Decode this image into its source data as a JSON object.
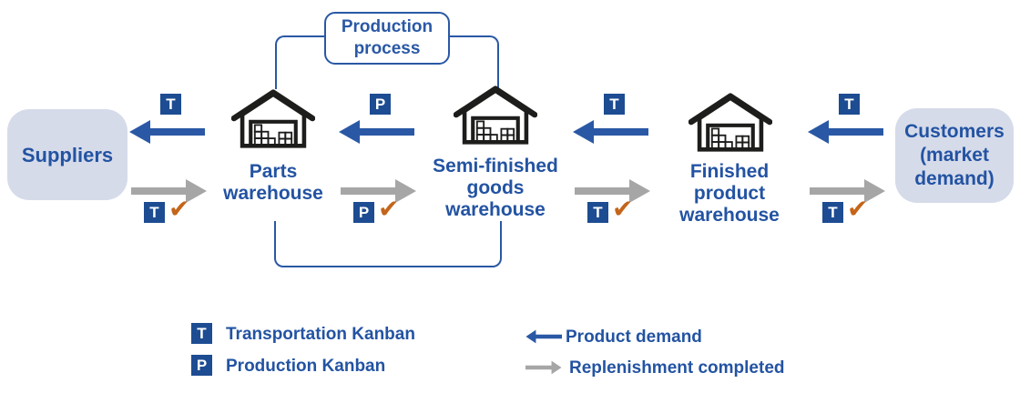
{
  "diagram": {
    "production_process": {
      "lines": [
        "Production",
        "process"
      ]
    },
    "suppliers": {
      "label": "Suppliers"
    },
    "customers": {
      "lines": [
        "Customers",
        "(market",
        "demand)"
      ]
    },
    "warehouses": [
      {
        "lines": [
          "Parts",
          "warehouse"
        ]
      },
      {
        "lines": [
          "Semi-finished",
          "goods",
          "warehouse"
        ]
      },
      {
        "lines": [
          "Finished",
          "product",
          "warehouse"
        ]
      }
    ],
    "flows": [
      {
        "demand_badge": "T",
        "replenish_badge": "T",
        "check": "✔"
      },
      {
        "demand_badge": "P",
        "replenish_badge": "P",
        "check": "✔"
      },
      {
        "demand_badge": "T",
        "replenish_badge": "T",
        "check": "✔"
      },
      {
        "demand_badge": "T",
        "replenish_badge": "T",
        "check": "✔"
      }
    ]
  },
  "legend": {
    "transportation": {
      "badge": "T",
      "label": "Transportation Kanban"
    },
    "production": {
      "badge": "P",
      "label": "Production Kanban"
    },
    "demand": {
      "label": "Product demand"
    },
    "replenishment": {
      "label": "Replenishment completed"
    }
  },
  "colors": {
    "text_blue": "#2353a2",
    "arrow_blue": "#2a58a5",
    "badge_navy": "#1d4c92",
    "arrow_gray": "#a6a6a6",
    "check_orange": "#c4651a",
    "node_fill": "#d6dbea",
    "line_blue": "#2a58a5",
    "icon_dark": "#1d1d1b"
  }
}
